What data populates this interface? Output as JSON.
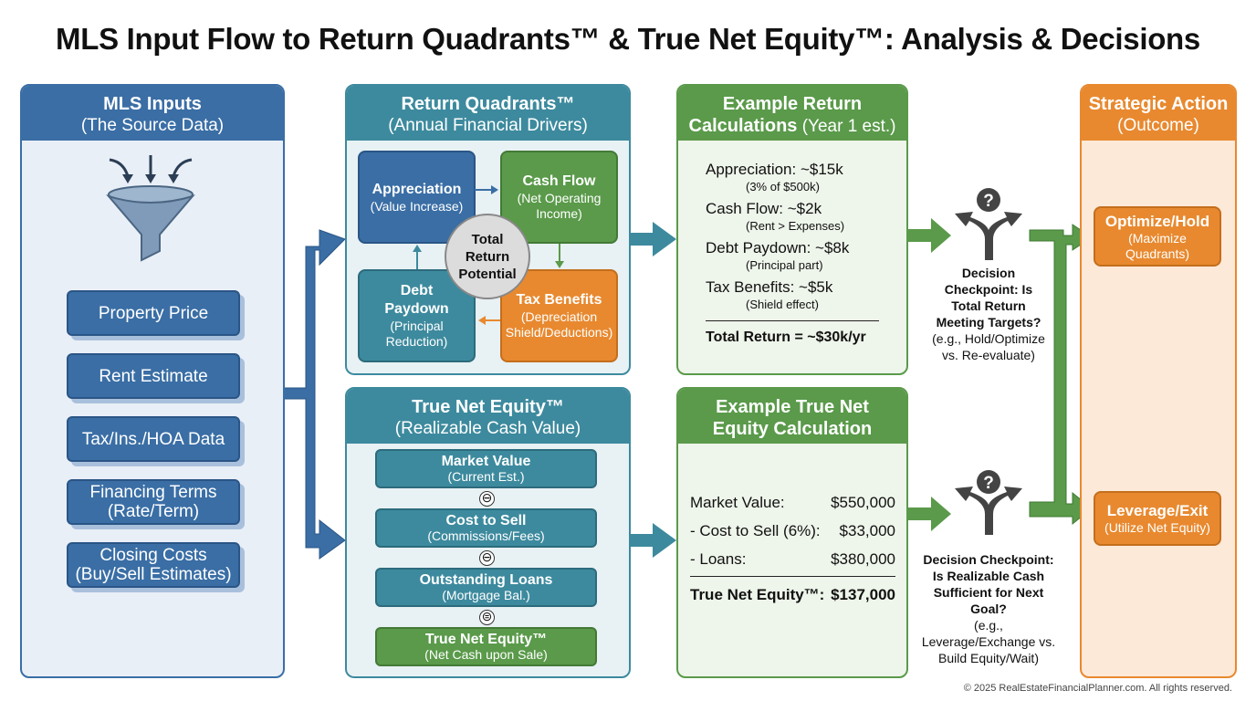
{
  "title": "MLS Input Flow to Return Quadrants™ & True Net Equity™: Analysis & Decisions",
  "mls": {
    "title": "MLS Inputs",
    "subtitle": "(The Source Data)",
    "items": [
      {
        "label": "Property Price",
        "sub": ""
      },
      {
        "label": "Rent Estimate",
        "sub": ""
      },
      {
        "label": "Tax/Ins./HOA Data",
        "sub": ""
      },
      {
        "label": "Financing Terms",
        "sub": "(Rate/Term)"
      },
      {
        "label": "Closing Costs",
        "sub": "(Buy/Sell Estimates)"
      }
    ]
  },
  "quadrants": {
    "title": "Return Quadrants™",
    "subtitle": "(Annual Financial Drivers)",
    "appreciation": {
      "label": "Appreciation",
      "sub": "(Value Increase)"
    },
    "cash_flow": {
      "label": "Cash Flow",
      "sub": "(Net Operating Income)"
    },
    "debt": {
      "label": "Debt Paydown",
      "sub": "(Principal Reduction)"
    },
    "tax": {
      "label": "Tax Benefits",
      "sub": "(Depreciation Shield/Deductions)"
    },
    "center": "Total Return Potential"
  },
  "equity": {
    "title": "True Net Equity™",
    "subtitle": "(Realizable Cash Value)",
    "items": [
      {
        "label": "Market Value",
        "sub": "(Current Est.)"
      },
      {
        "label": "Cost to Sell",
        "sub": "(Commissions/Fees)"
      },
      {
        "label": "Outstanding Loans",
        "sub": "(Mortgage Bal.)"
      },
      {
        "label": "True Net Equity™",
        "sub": "(Net Cash upon Sale)"
      }
    ],
    "ops": [
      "⊖",
      "⊖",
      "⊜"
    ]
  },
  "return_calc": {
    "title": "Example Return",
    "title2": "Calculations",
    "title_note": "(Year 1 est.)",
    "lines": [
      {
        "label": "Appreciation: ~$15k",
        "sub": "(3% of $500k)"
      },
      {
        "label": "Cash Flow: ~$2k",
        "sub": "(Rent > Expenses)"
      },
      {
        "label": "Debt Paydown: ~$8k",
        "sub": "(Principal part)"
      },
      {
        "label": "Tax Benefits: ~$5k",
        "sub": "(Shield effect)"
      }
    ],
    "total": "Total Return = ~$30k/yr"
  },
  "equity_calc": {
    "title": "Example True Net Equity Calculation",
    "lines": [
      {
        "label": "Market Value:",
        "value": "$550,000"
      },
      {
        "label": "- Cost to Sell (6%):",
        "value": "$33,000"
      },
      {
        "label": "- Loans:",
        "value": "$380,000"
      }
    ],
    "total_label": "True Net Equity™:",
    "total_value": "$137,000"
  },
  "decision1": {
    "bold": "Decision Checkpoint: Is Total Return Meeting Targets?",
    "sub": "(e.g., Hold/Optimize vs. Re-evaluate)"
  },
  "decision2": {
    "bold": "Decision Checkpoint: Is Realizable Cash Sufficient for Next Goal?",
    "sub": "(e.g., Leverage/Exchange vs. Build Equity/Wait)"
  },
  "strategic": {
    "title": "Strategic Action",
    "subtitle": "(Outcome)",
    "optimize": {
      "label": "Optimize/Hold",
      "sub": "(Maximize Quadrants)"
    },
    "leverage": {
      "label": "Leverage/Exit",
      "sub": "(Utilize Net Equity)"
    }
  },
  "copyright": "© 2025 RealEstateFinancialPlanner.com. All rights reserved.",
  "colors": {
    "blue": "#3a6ea5",
    "teal": "#3d8a9e",
    "green": "#5a9a4a",
    "orange": "#e8892f"
  }
}
